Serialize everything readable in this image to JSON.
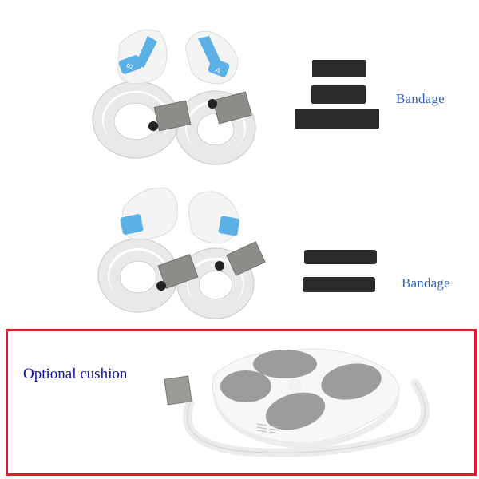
{
  "sections": [
    {
      "id": "set-1",
      "product": "handle-pair-with-straps",
      "handle_labels": [
        "B",
        "A"
      ],
      "strap_count": 3,
      "label": "Bandage"
    },
    {
      "id": "set-2",
      "product": "handle-pair-with-straps",
      "strap_count": 2,
      "label": "Bandage"
    },
    {
      "id": "set-3",
      "product": "cushion",
      "label": "Optional cushion"
    }
  ],
  "colors": {
    "accent_blue": "#5bb0e6",
    "label_blue": "#2f5fb5",
    "cushion_label": "#1212b0",
    "frame_red": "#d8202a",
    "strap_black": "#2b2b2b",
    "connector_grey": "#8d8d8a",
    "pad_grey": "#9a9a9a"
  }
}
